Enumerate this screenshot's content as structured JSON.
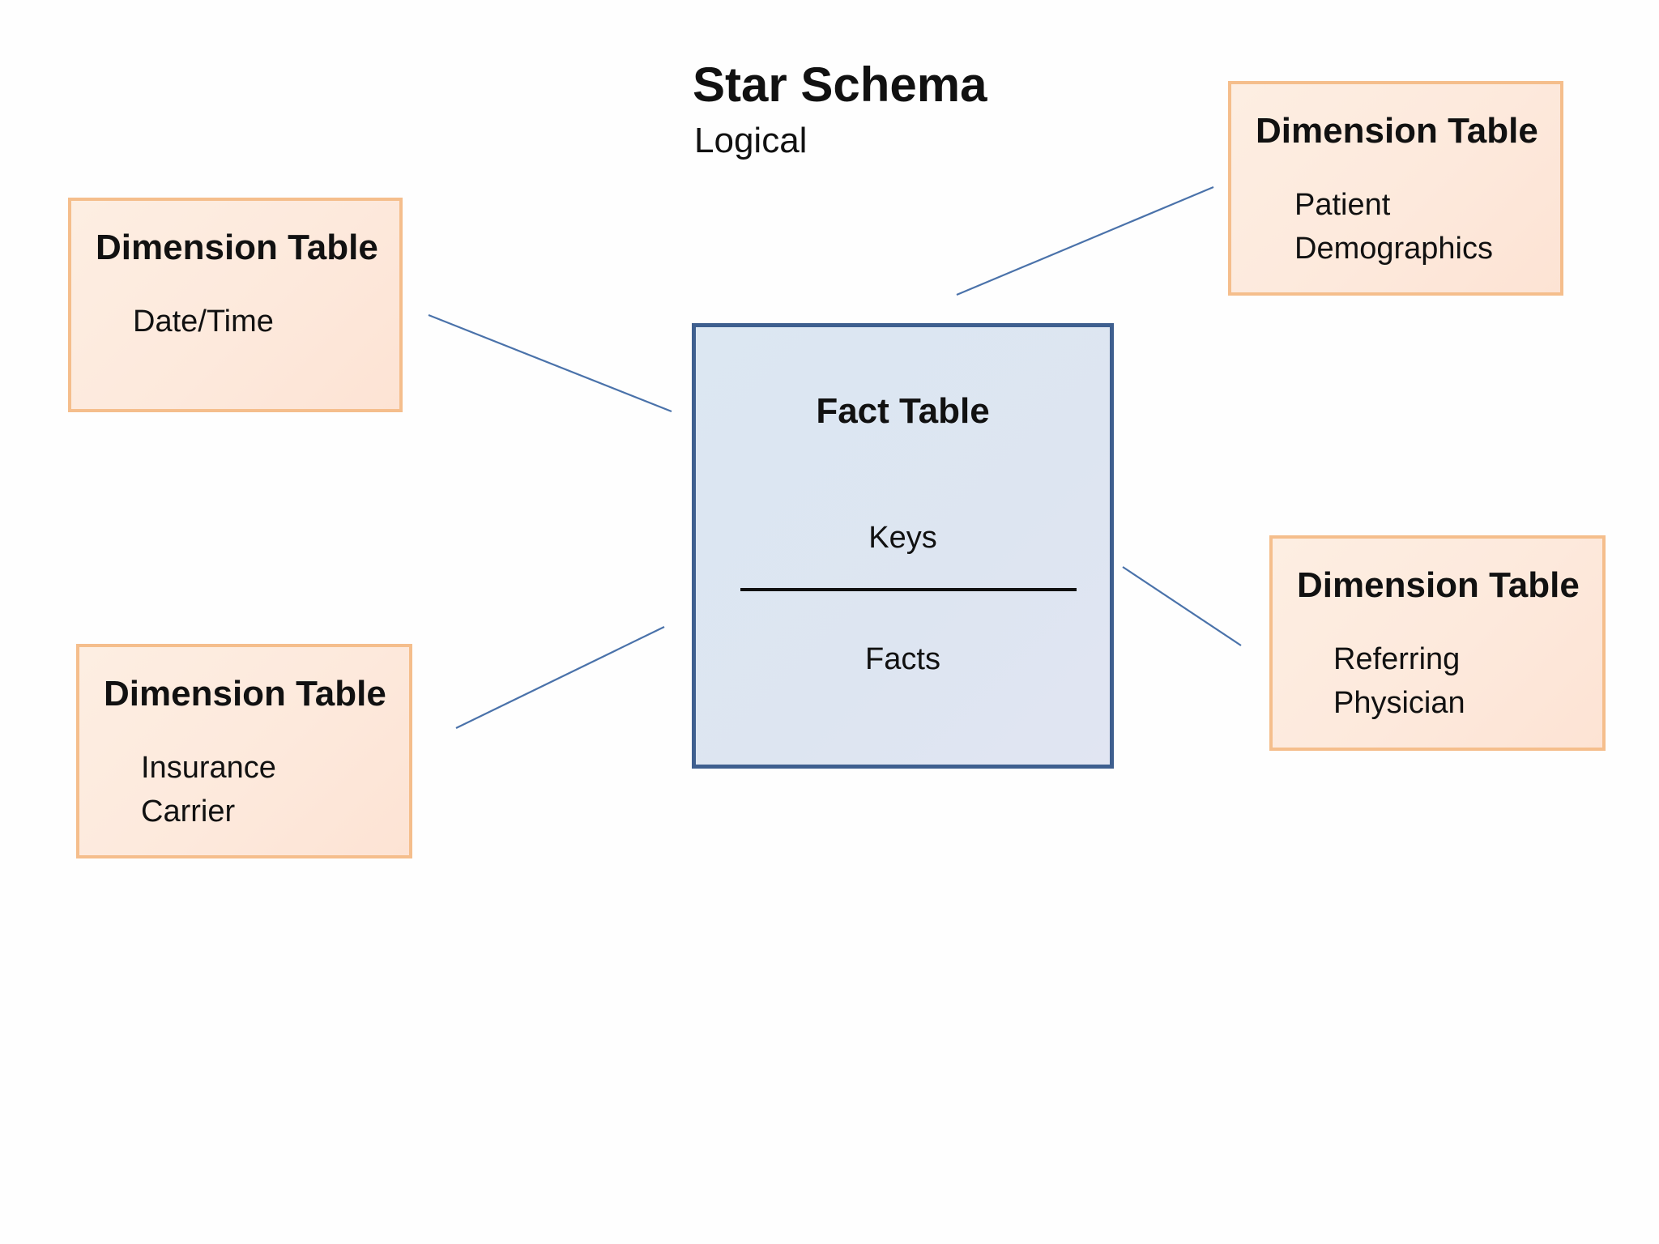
{
  "header": {
    "title": "Star Schema",
    "subtitle": "Logical"
  },
  "fact_table": {
    "title": "Fact Table",
    "keys_label": "Keys",
    "facts_label": "Facts"
  },
  "dimensions": [
    {
      "title": "Dimension Table",
      "lines": [
        "Date/Time"
      ]
    },
    {
      "title": "Dimension Table",
      "lines": [
        "Patient",
        "Demographics"
      ]
    },
    {
      "title": "Dimension Table",
      "lines": [
        "Insurance",
        "Carrier"
      ]
    },
    {
      "title": "Dimension Table",
      "lines": [
        "Referring",
        "Physician"
      ]
    }
  ],
  "colors": {
    "dimension_border": "#f5be8c",
    "dimension_fill": "#fde9dc",
    "fact_border": "#3e5f8f",
    "fact_fill": "#dde5f1",
    "connector": "#4a72aa"
  }
}
